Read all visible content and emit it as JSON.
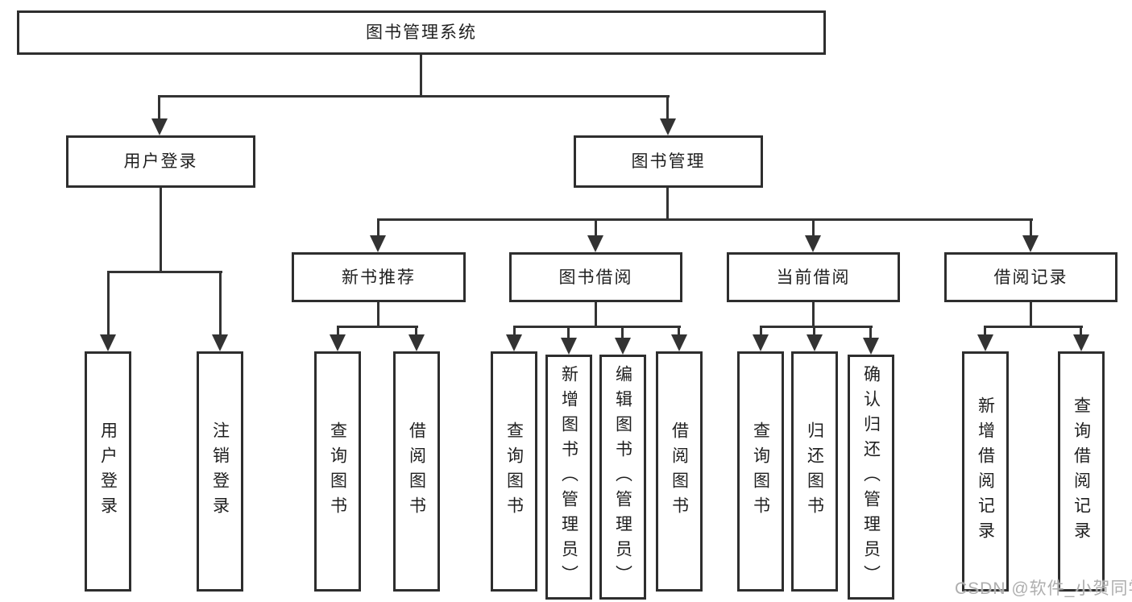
{
  "diagram": {
    "root": {
      "label": "图书管理系统"
    },
    "level2": [
      {
        "id": "user-login",
        "label": "用户登录"
      },
      {
        "id": "book-management",
        "label": "图书管理"
      }
    ],
    "level3": [
      {
        "id": "new-book-recommend",
        "label": "新书推荐",
        "parent": "图书管理"
      },
      {
        "id": "book-borrow",
        "label": "图书借阅",
        "parent": "图书管理"
      },
      {
        "id": "current-borrow",
        "label": "当前借阅",
        "parent": "图书管理"
      },
      {
        "id": "borrow-records",
        "label": "借阅记录",
        "parent": "图书管理"
      }
    ],
    "leaves": [
      {
        "id": "user-login",
        "label": "用户登录",
        "parent": "用户登录"
      },
      {
        "id": "logout",
        "label": "注销登录",
        "parent": "用户登录"
      },
      {
        "id": "query-books",
        "label": "查询图书",
        "parent": "新书推荐"
      },
      {
        "id": "borrow-books",
        "label": "借阅图书",
        "parent": "新书推荐"
      },
      {
        "id": "query-books",
        "label": "查询图书",
        "parent": "图书借阅"
      },
      {
        "id": "add-books-admin",
        "label": "新增图书（管理员）",
        "parent": "图书借阅"
      },
      {
        "id": "edit-books-admin",
        "label": "编辑图书（管理员）",
        "parent": "图书借阅"
      },
      {
        "id": "borrow-books",
        "label": "借阅图书",
        "parent": "图书借阅"
      },
      {
        "id": "query-books",
        "label": "查询图书",
        "parent": "当前借阅"
      },
      {
        "id": "return-books",
        "label": "归还图书",
        "parent": "当前借阅"
      },
      {
        "id": "confirm-return-admin",
        "label": "确认归还（管理员）",
        "parent": "当前借阅"
      },
      {
        "id": "add-borrow-record",
        "label": "新增借阅记录",
        "parent": "借阅记录"
      },
      {
        "id": "query-borrow-record",
        "label": "查询借阅记录",
        "parent": "借阅记录"
      }
    ]
  },
  "watermark": {
    "text": "CSDN @软件_小贺同学"
  },
  "colors": {
    "line": "#333333",
    "box_border": "#2e2e2e",
    "text": "#1f1f1f",
    "watermark": "#aeaeae",
    "background": "#ffffff"
  }
}
